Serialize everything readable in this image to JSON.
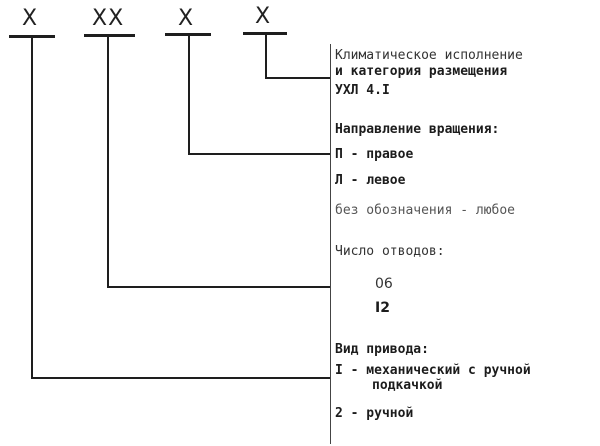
{
  "code_positions": [
    {
      "symbol": "X",
      "meaning": "Вид привода"
    },
    {
      "symbol": "XX",
      "meaning": "Число отводов"
    },
    {
      "symbol": "X",
      "meaning": "Направление вращения"
    },
    {
      "symbol": "X",
      "meaning": "Климатическое исполнение и категория размещения"
    }
  ],
  "climate": {
    "line1": "Климатическое исполнение",
    "line2": "и категория размещения",
    "value": "УХЛ 4.I"
  },
  "rotation": {
    "title": "Направление вращения:",
    "options": [
      "П - правое",
      "Л - левое",
      "без обозначения - любое"
    ]
  },
  "outlets": {
    "title": "Число отводов:",
    "options": [
      "06",
      "I2"
    ]
  },
  "drive": {
    "title": "Вид привода:",
    "option1_line1": "I - механический с ручной",
    "option1_line2": "подкачкой",
    "option2": "2 - ручной"
  }
}
